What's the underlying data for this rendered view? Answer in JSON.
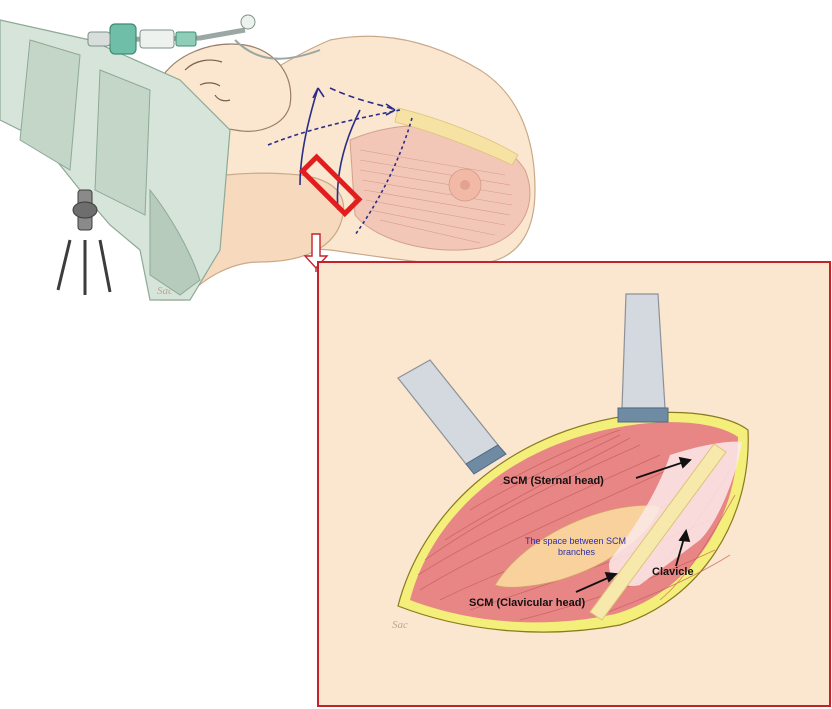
{
  "illustration": {
    "colors": {
      "skin": "#fbe6cf",
      "drape": "#d6e4da",
      "drape_dark": "#b6cbbb",
      "muscle": "#e88585",
      "muscle_fiber": "#c35c5c",
      "fat_margin": "#e7dc4a",
      "clavicle": "#f6e9ab",
      "retractor": "#d4d8df",
      "retractor_tip": "#6f8ba4",
      "inset_border": "#c3222a",
      "incision_box": "#e21d1d",
      "incision_lines": "#2b2d8a",
      "tube": "#6fbfa8"
    },
    "labels": {
      "sternal_head": "SCM (Sternal head)",
      "clavicular_head": "SCM (Clavicular head)",
      "space_line1": "The space between SCM",
      "space_line2": "branches",
      "clavicle": "Clavicle"
    }
  }
}
